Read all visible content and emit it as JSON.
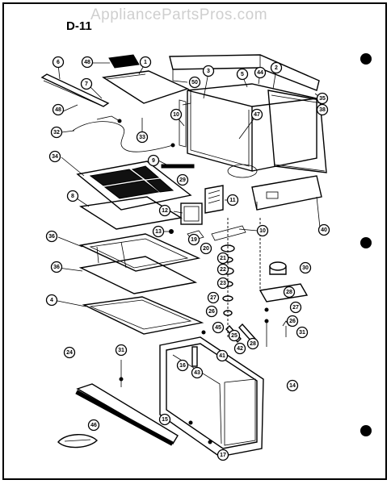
{
  "header": {
    "watermark": "AppliancePartsPros.com",
    "sheet_label": "D-11"
  },
  "callouts": [
    {
      "id": "c1",
      "label": "1"
    },
    {
      "id": "c2",
      "label": "2"
    },
    {
      "id": "c3",
      "label": "3"
    },
    {
      "id": "c4",
      "label": "4"
    },
    {
      "id": "c5",
      "label": "5"
    },
    {
      "id": "c6",
      "label": "6"
    },
    {
      "id": "c7",
      "label": "7"
    },
    {
      "id": "c8",
      "label": "8"
    },
    {
      "id": "c9",
      "label": "9"
    },
    {
      "id": "c10a",
      "label": "10"
    },
    {
      "id": "c10b",
      "label": "10"
    },
    {
      "id": "c11",
      "label": "11"
    },
    {
      "id": "c12",
      "label": "12"
    },
    {
      "id": "c13",
      "label": "13"
    },
    {
      "id": "c14",
      "label": "14"
    },
    {
      "id": "c15",
      "label": "15"
    },
    {
      "id": "c16",
      "label": "16"
    },
    {
      "id": "c17",
      "label": "17"
    },
    {
      "id": "c19",
      "label": "19"
    },
    {
      "id": "c20",
      "label": "20"
    },
    {
      "id": "c21",
      "label": "21"
    },
    {
      "id": "c22",
      "label": "22"
    },
    {
      "id": "c23",
      "label": "23"
    },
    {
      "id": "c24",
      "label": "24"
    },
    {
      "id": "c25",
      "label": "25"
    },
    {
      "id": "c26a",
      "label": "26"
    },
    {
      "id": "c26b",
      "label": "26"
    },
    {
      "id": "c27a",
      "label": "27"
    },
    {
      "id": "c27b",
      "label": "27"
    },
    {
      "id": "c28a",
      "label": "28"
    },
    {
      "id": "c28b",
      "label": "28"
    },
    {
      "id": "c29",
      "label": "29"
    },
    {
      "id": "c30",
      "label": "30"
    },
    {
      "id": "c31a",
      "label": "31"
    },
    {
      "id": "c31b",
      "label": "31"
    },
    {
      "id": "c32",
      "label": "32"
    },
    {
      "id": "c33",
      "label": "33"
    },
    {
      "id": "c34",
      "label": "34"
    },
    {
      "id": "c35",
      "label": "35"
    },
    {
      "id": "c36a",
      "label": "36"
    },
    {
      "id": "c36b",
      "label": "36"
    },
    {
      "id": "c38",
      "label": "38"
    },
    {
      "id": "c40",
      "label": "40"
    },
    {
      "id": "c41",
      "label": "41"
    },
    {
      "id": "c42",
      "label": "42"
    },
    {
      "id": "c43",
      "label": "43"
    },
    {
      "id": "c44",
      "label": "44"
    },
    {
      "id": "c45",
      "label": "45"
    },
    {
      "id": "c46",
      "label": "46"
    },
    {
      "id": "c47",
      "label": "47"
    },
    {
      "id": "c48a",
      "label": "48"
    },
    {
      "id": "c48b",
      "label": "48"
    },
    {
      "id": "c50",
      "label": "50"
    }
  ]
}
